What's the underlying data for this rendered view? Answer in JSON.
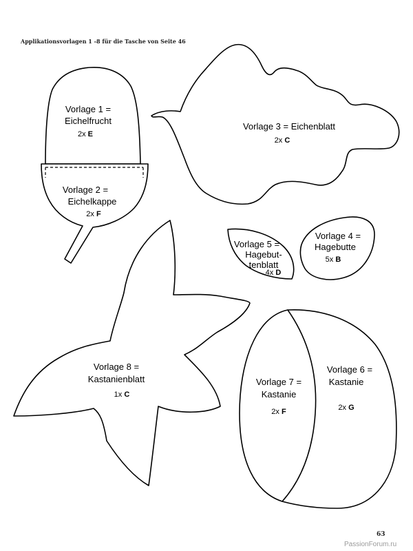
{
  "header": {
    "title": "Applikationsvorlagen 1 -8 für die Tasche von Seite 46"
  },
  "page_number": "63",
  "watermark": "PassionForum.ru",
  "templates": {
    "v1": {
      "line1": "Vorlage 1 =",
      "line2": "Eichelfrucht",
      "count_prefix": "2x",
      "count_letter": "E"
    },
    "v2": {
      "line1": "Vorlage 2 =",
      "line2": "Eichelkappe",
      "count_prefix": "2x",
      "count_letter": "F"
    },
    "v3": {
      "line1": "Vorlage 3 = Eichenblatt",
      "count_prefix": "2x",
      "count_letter": "C"
    },
    "v4": {
      "line1": "Vorlage 4 =",
      "line2": "Hagebutte",
      "count_prefix": "5x",
      "count_letter": "B"
    },
    "v5": {
      "line1": "Vorlage 5 =",
      "line2": "Hagebut-",
      "line3": "tenblatt",
      "count_prefix": "4x",
      "count_letter": "D"
    },
    "v6": {
      "line1": "Vorlage 6 =",
      "line2": "Kastanie",
      "count_prefix": "2x",
      "count_letter": "G"
    },
    "v7": {
      "line1": "Vorlage 7 =",
      "line2": "Kastanie",
      "count_prefix": "2x",
      "count_letter": "F"
    },
    "v8": {
      "line1": "Vorlage 8 =",
      "line2": "Kastanienblatt",
      "count_prefix": "1x",
      "count_letter": "C"
    }
  }
}
